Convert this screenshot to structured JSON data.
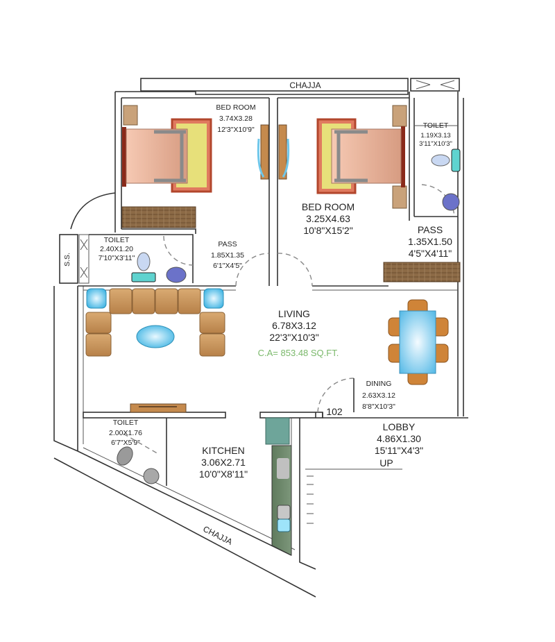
{
  "plan": {
    "unit_number": "102",
    "carpet_area": "C.A= 853.48 SQ.FT.",
    "colors": {
      "carpet_area_text": "#7ab86a",
      "sofa": "#c9955e",
      "accent_blue": "#5cc6ea",
      "bed_frame": "#c0432a",
      "bed_rug": "#e7e07a",
      "wardrobe": "#8a6a48",
      "kitchen_counter": "#6e8a6c"
    },
    "labels": {
      "chajja_top": "CHAJJA",
      "chajja_bottom": "CHAJJA",
      "ss": "S.S.",
      "up": "UP"
    },
    "rooms": {
      "bedroom1": {
        "name": "BED ROOM",
        "metric": "3.74X3.28",
        "imperial": "12'3\"X10'9\""
      },
      "bedroom2": {
        "name": "BED ROOM",
        "metric": "3.25X4.63",
        "imperial": "10'8\"X15'2\""
      },
      "toilet_top_right": {
        "name": "TOILET",
        "metric": "1.19X3.13",
        "imperial": "3'11\"X10'3\""
      },
      "pass_right": {
        "name": "PASS",
        "metric": "1.35X1.50",
        "imperial": "4'5\"X4'11\""
      },
      "toilet_left": {
        "name": "TOILET",
        "metric": "2.40X1.20",
        "imperial": "7'10\"X3'11\""
      },
      "pass_center": {
        "name": "PASS",
        "metric": "1.85X1.35",
        "imperial": "6'1\"X4'5\""
      },
      "living": {
        "name": "LIVING",
        "metric": "6.78X3.12",
        "imperial": "22'3\"X10'3\""
      },
      "dining": {
        "name": "DINING",
        "metric": "2.63X3.12",
        "imperial": "8'8\"X10'3\""
      },
      "lobby": {
        "name": "LOBBY",
        "metric": "4.86X1.30",
        "imperial": "15'11\"X4'3\""
      },
      "toilet_bottom": {
        "name": "TOILET",
        "metric": "2.00X1.76",
        "imperial": "6'7\"X5'9\""
      },
      "kitchen": {
        "name": "KITCHEN",
        "metric": "3.06X2.71",
        "imperial": "10'0\"X8'11\""
      }
    }
  }
}
